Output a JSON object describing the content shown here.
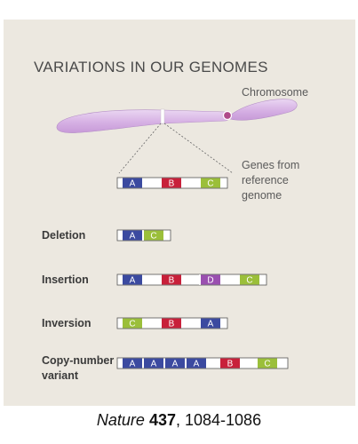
{
  "title": "VARIATIONS IN OUR GENOMES",
  "chromosome_label": "Chromosome",
  "reference_label_lines": [
    "Genes from",
    "reference",
    "genome"
  ],
  "rows": {
    "deletion": "Deletion",
    "insertion": "Insertion",
    "inversion": "Inversion",
    "copy_number_lines": [
      "Copy-number",
      "variant"
    ]
  },
  "gene_strips": {
    "reference": [
      "A",
      "B",
      "C"
    ],
    "deletion": [
      "A",
      "C"
    ],
    "insertion": [
      "A",
      "B",
      "D",
      "C"
    ],
    "inversion": [
      "C",
      "B",
      "A"
    ],
    "copy_number": [
      "A",
      "A",
      "A",
      "A",
      "B",
      "C"
    ]
  },
  "colors": {
    "A": "#3b4aa0",
    "B": "#c8203a",
    "C": "#9bbf3a",
    "D": "#9a4fb0",
    "chromosome": "#d9b6e6",
    "centromere": "#b04a8a"
  },
  "caption": {
    "journal": "Nature",
    "volume": "437",
    "pages": ", 1084-1086"
  }
}
